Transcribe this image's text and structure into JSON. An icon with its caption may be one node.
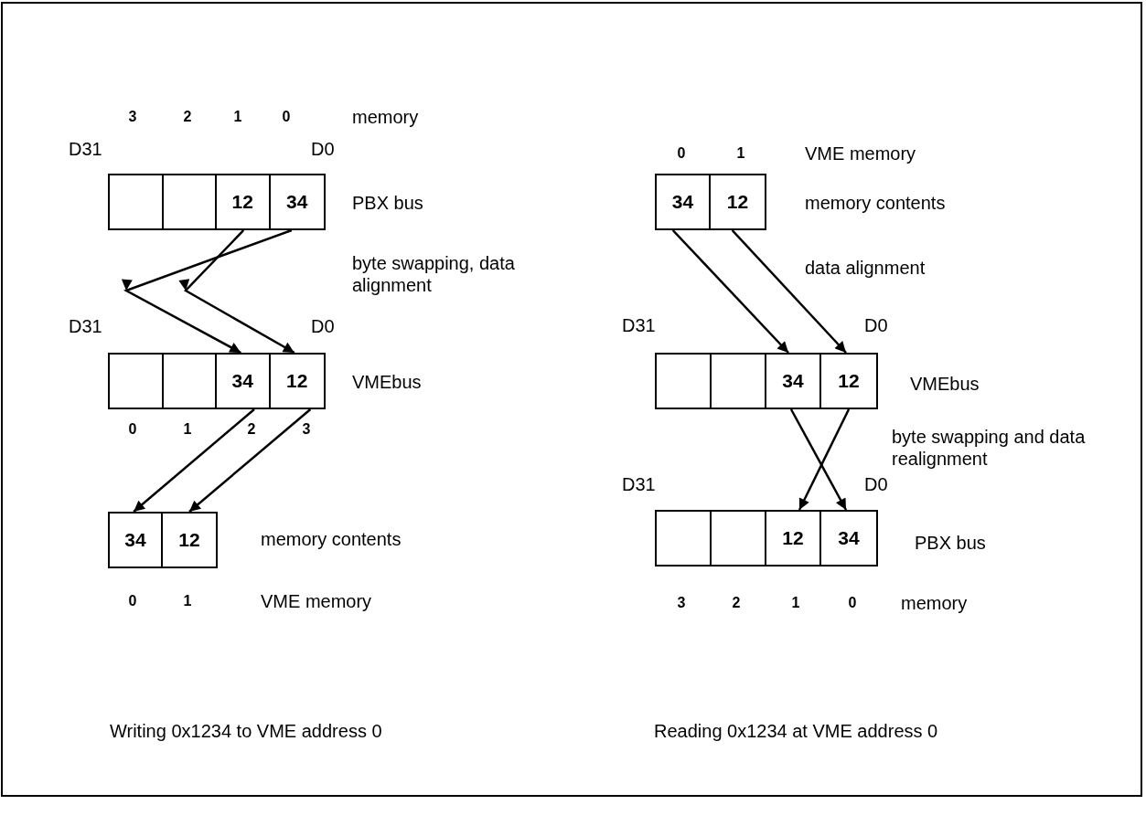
{
  "diagram": {
    "nodes": [
      {
        "text": [],
        "shape": "box",
        "beside": [
          "PBX bus"
        ]
      },
      {
        "text": [],
        "shape": "box",
        "in": 0
      },
      {
        "text": [],
        "shape": "box",
        "in": 0
      },
      {
        "text": [
          "12"
        ],
        "in": 0
      },
      {
        "text": [
          "34"
        ],
        "in": 0
      },
      {
        "text": [],
        "shape": "box",
        "beside": [
          "VMEbus"
        ]
      },
      {
        "text": [],
        "shape": "box",
        "in": 5
      },
      {
        "text": [],
        "shape": "box",
        "in": 5
      },
      {
        "text": [
          "34"
        ],
        "in": 5
      },
      {
        "text": [
          "12"
        ],
        "in": 5
      },
      {
        "text": [],
        "shape": "box",
        "beside": [
          "memory contents"
        ]
      },
      {
        "text": [
          "34"
        ],
        "in": 10
      },
      {
        "text": [
          "12"
        ],
        "in": 10
      },
      {
        "text": [],
        "shape": "box",
        "beside": [
          "memory contents"
        ]
      },
      {
        "text": [
          "34"
        ],
        "in": 13
      },
      {
        "text": [
          "12"
        ],
        "in": 13
      },
      {
        "text": [],
        "shape": "box",
        "beside": [
          "VMEbus"
        ]
      },
      {
        "text": [],
        "shape": "box",
        "in": 16
      },
      {
        "text": [],
        "shape": "box",
        "in": 16
      },
      {
        "text": [
          "34"
        ],
        "in": 16
      },
      {
        "text": [
          "12"
        ],
        "in": 16
      },
      {
        "text": [],
        "shape": "box",
        "beside": [
          "PBX bus"
        ]
      },
      {
        "text": [],
        "shape": "box",
        "in": 21
      },
      {
        "text": [],
        "shape": "box",
        "in": 21
      },
      {
        "text": [
          "12"
        ],
        "in": 21
      },
      {
        "text": [
          "34"
        ],
        "in": 21
      }
    ],
    "edges": [
      {
        "from": 4,
        "to": 8,
        "arrow": "to"
      },
      {
        "from": 3,
        "to": 9,
        "arrow": "to"
      },
      {
        "from": 8,
        "to": 11,
        "arrow": "to"
      },
      {
        "from": 9,
        "to": 12,
        "arrow": "to"
      },
      {
        "from": 14,
        "to": 19,
        "arrow": "to"
      },
      {
        "from": 15,
        "to": 20,
        "arrow": "to"
      },
      {
        "from": 19,
        "to": 25,
        "arrow": "to"
      },
      {
        "from": 20,
        "to": 24,
        "arrow": "to"
      }
    ],
    "labels": [
      "3",
      "2",
      "1",
      "0",
      "memory",
      "D31",
      "D0",
      "byte swapping, data alignment",
      "D31",
      "D0",
      "0",
      "1",
      "2",
      "3",
      "0",
      "1",
      "VME memory",
      "Writing 0x1234 to VME address 0",
      "0",
      "1",
      "VME memory",
      "data alignment",
      "D31",
      "D0",
      "byte swapping and data realignment",
      "D31",
      "D0",
      "3",
      "2",
      "1",
      "0",
      "memory",
      "Reading 0x1234 at VME address 0"
    ]
  }
}
